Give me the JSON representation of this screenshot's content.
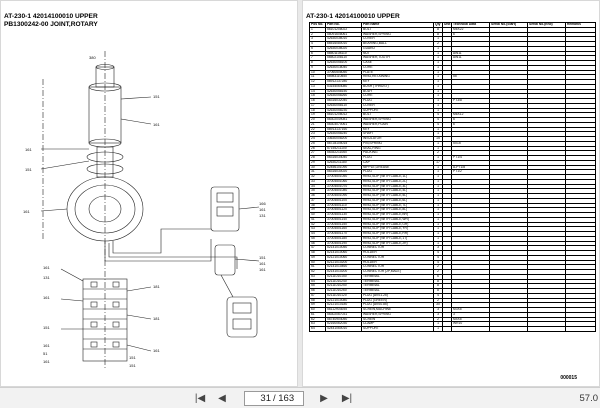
{
  "left_page": {
    "title": "AT-230-1 42014100010 UPPER",
    "subtitle": "PB1300242-00 JOINT,ROTARY",
    "callouts": [
      "380",
      "151",
      "161",
      "161",
      "151",
      "161",
      "166",
      "161",
      "131",
      "151",
      "161",
      "161",
      "161",
      "131",
      "161",
      "151",
      "181",
      "181",
      "161",
      "161",
      "51",
      "151",
      "161",
      "151"
    ]
  },
  "right_page": {
    "title": "AT-230-1 42014100010 UPPER",
    "page_code": "000015",
    "columns": [
      "Pos No.",
      "Part No.",
      "Part Name",
      "Qty",
      "Unit",
      "Technical Data",
      "Serial No.(Start)",
      "Serial No.(End)",
      "Remarks"
    ],
    "rows": [
      [
        "1",
        "56101208022",
        "BOLT",
        "8",
        "",
        "M6X22",
        "",
        "",
        ""
      ],
      [
        "2",
        "56091608061",
        "WASHER,SPRING",
        "8",
        "",
        "6",
        "",
        "",
        ""
      ],
      [
        "3",
        "42630036010",
        "COVER",
        "1",
        "",
        "",
        "",
        "",
        ""
      ],
      [
        "4",
        "66516080010",
        "BEARING,BALL",
        "2",
        "",
        "",
        "",
        "",
        ""
      ],
      [
        "5",
        "42630036020",
        "GUARD",
        "1",
        "",
        "",
        "",
        "",
        ""
      ],
      [
        "6",
        "56501108110",
        "NUT",
        "1",
        "",
        "AW11",
        "",
        "",
        ""
      ],
      [
        "7",
        "56502108110",
        "WASHER,TOOTH",
        "1",
        "",
        "AW11",
        "",
        "",
        ""
      ],
      [
        "8",
        "42630058100",
        "CASE",
        "1",
        "",
        "",
        "",
        "",
        ""
      ],
      [
        "9",
        "42630018040",
        "CORE",
        "1",
        "",
        "",
        "",
        "",
        ""
      ],
      [
        "10",
        "37060508050",
        "PLATE",
        "1",
        "",
        "",
        "",
        "",
        ""
      ],
      [
        "11",
        "56983110550",
        "RING,RETAINING",
        "1",
        "",
        "55",
        "",
        "",
        ""
      ],
      [
        "12",
        "56912137280",
        "KEY",
        "1",
        "",
        "",
        "",
        "",
        ""
      ],
      [
        "13",
        "53154064080",
        "BUSH (THRUST)",
        "1",
        "",
        "",
        "",
        "",
        ""
      ],
      [
        "14",
        "42630058150",
        "BODY",
        "1",
        "",
        "",
        "",
        "",
        ""
      ],
      [
        "15",
        "42630058260",
        "CORE",
        "1",
        "",
        "",
        "",
        "",
        ""
      ],
      [
        "16",
        "56316032040",
        "PLUG",
        "1",
        "",
        "PT3/8",
        "",
        "",
        ""
      ],
      [
        "17",
        "42630058110",
        "COVER",
        "1",
        "",
        "",
        "",
        "",
        ""
      ],
      [
        "18",
        "42630058230",
        "SUPPORT",
        "1",
        "",
        "",
        "",
        "",
        ""
      ],
      [
        "19",
        "56101206012",
        "BOLT",
        "4",
        "",
        "M6X12",
        "",
        "",
        ""
      ],
      [
        "20",
        "56302049081",
        "WASHER,SPRING",
        "4",
        "",
        "6",
        "",
        "",
        ""
      ],
      [
        "21",
        "56303070061",
        "WASHER,PLAIN",
        "4",
        "",
        "6",
        "",
        "",
        ""
      ],
      [
        "22",
        "56913137160",
        "KEY",
        "1",
        "",
        "",
        "",
        "",
        ""
      ],
      [
        "23",
        "42630058240",
        "SHAFT",
        "1",
        "",
        "",
        "",
        "",
        ""
      ],
      [
        "24",
        "33630008200",
        "INSULATOR",
        "15",
        "",
        "",
        "",
        "",
        ""
      ],
      [
        "25",
        "56728105015",
        "PIN,SPRING",
        "1",
        "",
        "5X15",
        "",
        "",
        ""
      ],
      [
        "26",
        "57155211100",
        "SEAL,RING",
        "1",
        "",
        "",
        "",
        "",
        ""
      ],
      [
        "27",
        "56352211060",
        "PACKING",
        "2",
        "",
        "",
        "",
        "",
        ""
      ],
      [
        "28",
        "56316034040",
        "PLUG",
        "1",
        "",
        "PT1/4",
        "",
        "",
        ""
      ],
      [
        "29",
        "42630211180",
        "CAP",
        "17",
        "",
        "",
        "",
        "",
        ""
      ],
      [
        "30",
        "52456101090",
        "NIPPLE,GREASE",
        "1",
        "",
        "A-PT1/8",
        "",
        "",
        ""
      ],
      [
        "31",
        "56316030020",
        "PLUG",
        "1",
        "",
        "PT1/2",
        "",
        "",
        ""
      ],
      [
        "32",
        "37004501050",
        "RING,SLIP (WITH CABLE,1L)",
        "1",
        "",
        "",
        "",
        "",
        ""
      ],
      [
        "33",
        "37004501060",
        "RING,SLIP (WITH CABLE,2L)",
        "1",
        "",
        "",
        "",
        "",
        ""
      ],
      [
        "34",
        "37004501070",
        "RING,SLIP (WITH CABLE,3L)",
        "1",
        "",
        "",
        "",
        "",
        ""
      ],
      [
        "35",
        "37004501080",
        "RING,SLIP (WITH CABLE,4L)",
        "1",
        "",
        "",
        "",
        "",
        ""
      ],
      [
        "36",
        "37004501090",
        "RING,SLIP (WITH CABLE,5L)",
        "1",
        "",
        "",
        "",
        "",
        ""
      ],
      [
        "37",
        "37004501100",
        "RING,SLIP (WITH CABLE,6L)",
        "1",
        "",
        "",
        "",
        "",
        ""
      ],
      [
        "38",
        "37004501110",
        "RING,SLIP (WITH CABLE,7L)",
        "1",
        "",
        "",
        "",
        "",
        ""
      ],
      [
        "39",
        "37004501120",
        "RING,SLIP (WITH CABLE,8L)",
        "1",
        "",
        "",
        "",
        "",
        ""
      ],
      [
        "40",
        "37004501130",
        "RING,SLIP (WITH CABLE,BR)",
        "1",
        "",
        "",
        "",
        "",
        ""
      ],
      [
        "41",
        "37004501140",
        "RING,SLIP (WITH CABLE,WR)",
        "1",
        "",
        "",
        "",
        "",
        ""
      ],
      [
        "42",
        "37004501150",
        "RING,SLIP (WITH CABLE,GR)",
        "1",
        "",
        "",
        "",
        "",
        ""
      ],
      [
        "43",
        "37004501160",
        "RING,SLIP (WITH CABLE,YR)",
        "1",
        "",
        "",
        "",
        "",
        ""
      ],
      [
        "44",
        "37004501170",
        "RING,SLIP (WITH CABLE,RR)",
        "1",
        "",
        "",
        "",
        "",
        ""
      ],
      [
        "45",
        "37004501180",
        "RING,SLIP (WITH CABLE,1T)",
        "1",
        "",
        "",
        "",
        "",
        ""
      ],
      [
        "46",
        "37004501190",
        "RING,SLIP (WITH CABLE,2R)",
        "1",
        "",
        "",
        "",
        "",
        ""
      ],
      [
        "47",
        "52141010050",
        "CONNECTOR",
        "3",
        "",
        "",
        "",
        "",
        ""
      ],
      [
        "48",
        "52141010060",
        "HOLDER",
        "4",
        "",
        "",
        "",
        "",
        ""
      ],
      [
        "49",
        "52121010060",
        "CONNECTOR",
        "4",
        "",
        "",
        "",
        "",
        ""
      ],
      [
        "50",
        "52121010200",
        "HOLDER",
        "4",
        "",
        "",
        "",
        "",
        ""
      ],
      [
        "51",
        "52141010460",
        "CONNECTOR",
        "2",
        "",
        "",
        "",
        "",
        ""
      ],
      [
        "52",
        "52141010200",
        "CONNECTOR (2P,MALE)",
        "2",
        "",
        "",
        "",
        "",
        ""
      ],
      [
        "53",
        "52111010150",
        "TERMINAL",
        "6",
        "",
        "",
        "",
        "",
        ""
      ],
      [
        "54",
        "52111010240",
        "TERMINAL",
        "8",
        "",
        "",
        "",
        "",
        ""
      ],
      [
        "55",
        "52111010250",
        "TERMINAL",
        "8",
        "",
        "",
        "",
        "",
        ""
      ],
      [
        "56",
        "52111010260",
        "TERMINAL",
        "8",
        "",
        "",
        "",
        "",
        ""
      ],
      [
        "57",
        "52111010120",
        "PLUG (AVS1.25)",
        "4",
        "",
        "",
        "",
        "",
        ""
      ],
      [
        "58",
        "52121010080",
        "PLUG (GREEN)",
        "2",
        "",
        "",
        "",
        "",
        ""
      ],
      [
        "59",
        "52121010180",
        "PLUG (AVS0.85)",
        "30",
        "",
        "",
        "",
        "",
        ""
      ],
      [
        "60",
        "56112903055",
        "SCREW,MACHINE",
        "3",
        "",
        "M3X5",
        "",
        "",
        ""
      ],
      [
        "61",
        "56302067031",
        "WASHER,SPRING",
        "3",
        "",
        "3",
        "",
        "",
        ""
      ],
      [
        "62",
        "56740904050",
        "SCREW",
        "2",
        "",
        "M4X5",
        "",
        "",
        ""
      ],
      [
        "63",
        "52160062030",
        "CLAMP",
        "1",
        "",
        "WR10",
        "",
        "",
        ""
      ],
      [
        "64",
        "42441060010",
        "SUPPORT",
        "1",
        "",
        "",
        "",
        "",
        ""
      ]
    ]
  },
  "toolbar": {
    "first_label": "|◀",
    "prev_label": "◀",
    "current_page": "31",
    "total_pages": "/ 163",
    "next_label": "▶",
    "last_label": "▶|",
    "zoom": "57.0"
  }
}
